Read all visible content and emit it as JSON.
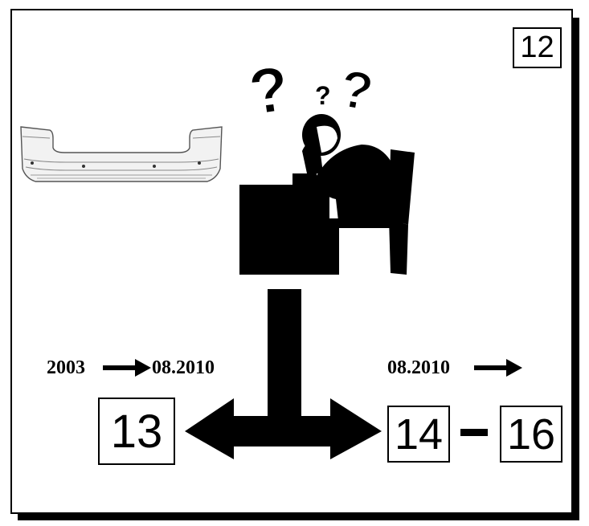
{
  "page_number": "12",
  "targets": {
    "left": "13",
    "right_start": "14",
    "right_end": "16"
  },
  "date_ranges": {
    "left_start": "2003",
    "left_end": "08.2010",
    "right_start": "08.2010"
  },
  "icons": {
    "part": "rear-bumper-icon",
    "confused": "confused-person-at-desk-icon",
    "question": "question-mark-icon",
    "arrow": "arrow-right-icon",
    "split": "split-arrow-icon"
  },
  "colors": {
    "ink": "#000000",
    "paper": "#ffffff",
    "bumper_fill": "#f2f2f2"
  }
}
